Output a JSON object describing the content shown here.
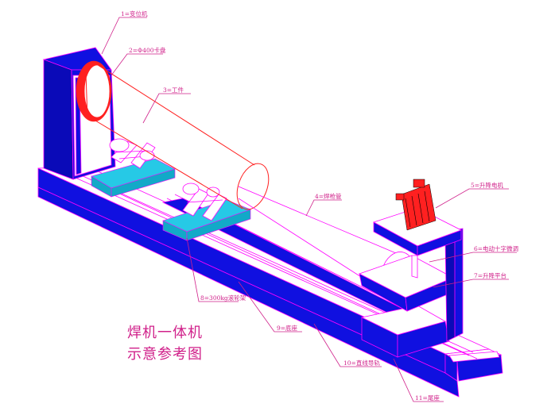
{
  "labels": {
    "l1": "1=变位机",
    "l2": "2=Φ400卡盘",
    "l3": "3=工件",
    "l4": "4=焊枪管",
    "l5": "5=升降电机",
    "l6": "6=电动十字微调",
    "l7": "7=升降平台",
    "l8": "8=300kg滚轮架",
    "l9": "9=底座",
    "l10": "10=直线导轨",
    "l11": "11=尾座"
  },
  "title": {
    "line1": "焊机一体机",
    "line2": "示意参考图"
  },
  "colors": {
    "structure": "#1010e0",
    "roller_frame": "#26c9e6",
    "workpiece": "#ff2020",
    "annotation": "#d0208a",
    "outline": "#ff00ff"
  }
}
